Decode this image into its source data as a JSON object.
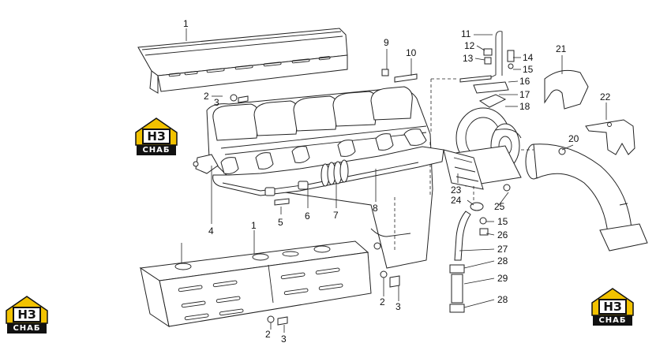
{
  "logos": [
    {
      "mark": "НЗ",
      "band": "СНАБ"
    },
    {
      "mark": "НЗ",
      "band": "СНАБ"
    },
    {
      "mark": "НЗ",
      "band": "СНАБ"
    }
  ],
  "callouts": [
    "1",
    "2",
    "3",
    "4",
    "5",
    "6",
    "7",
    "8",
    "9",
    "10",
    "11",
    "12",
    "13",
    "14",
    "15",
    "16",
    "17",
    "18",
    "20",
    "21",
    "22",
    "23",
    "24",
    "25",
    "15",
    "26",
    "27",
    "28",
    "29",
    "28",
    "1",
    "2",
    "3",
    "2",
    "3"
  ]
}
